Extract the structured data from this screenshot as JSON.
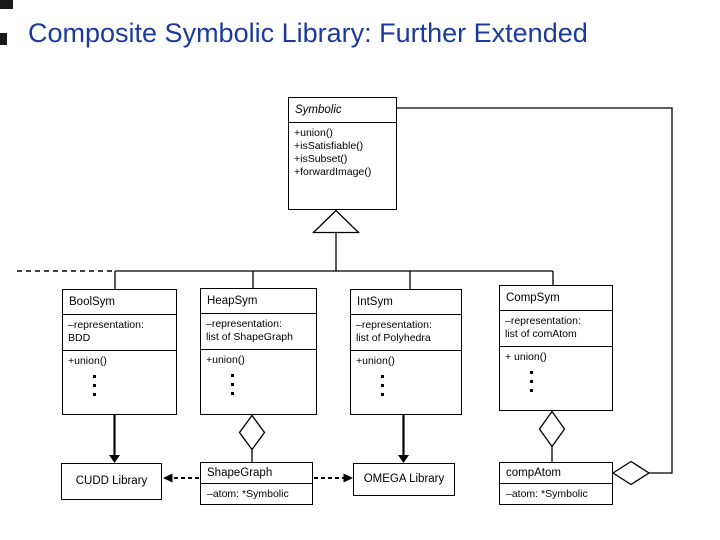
{
  "slide_title": "Composite Symbolic Library: Further Extended",
  "colors": {
    "title_text": "#1c3a9e",
    "diagram_line": "#000000",
    "background": "#ffffff"
  },
  "icons": {
    "inheritance": "hollow-triangle-icon",
    "aggregation": "hollow-diamond-icon",
    "dependency": "dashed-arrow-icon",
    "link": "solid-arrow-icon",
    "more_items": "vertical-ellipsis-icon"
  },
  "diagram": {
    "superclass": {
      "name": "Symbolic",
      "methods": [
        "+union()",
        "+isSatisfiable()",
        "+isSubset()",
        "+forwardImage()"
      ]
    },
    "subclasses": [
      {
        "name": "BoolSym",
        "attribute_label": "–representation:",
        "attribute_value": "BDD",
        "method": "+union()"
      },
      {
        "name": "HeapSym",
        "attribute_label": "–representation:",
        "attribute_value": "list of ShapeGraph",
        "method": "+union()"
      },
      {
        "name": "IntSym",
        "attribute_label": "–representation:",
        "attribute_value": "list of Polyhedra",
        "method": "+union()"
      },
      {
        "name": "CompSym",
        "attribute_label": "–representation:",
        "attribute_value": "list of comAtom",
        "method": "+ union()"
      }
    ],
    "implementations": [
      {
        "name": "CUDD Library"
      },
      {
        "name": "ShapeGraph",
        "attribute": "–atom: *Symbolic"
      },
      {
        "name": "OMEGA Library"
      },
      {
        "name": "compAtom",
        "attribute": "–atom: *Symbolic"
      }
    ]
  }
}
